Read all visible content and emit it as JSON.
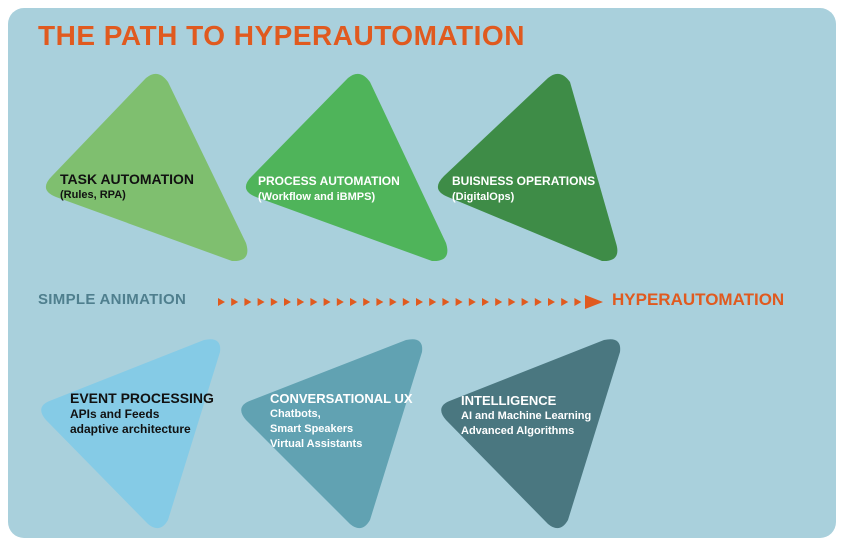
{
  "title": "THE PATH TO HYPERAUTOMATION",
  "axis": {
    "start_label": "SIMPLE ANIMATION",
    "end_label": "HYPERAUTOMATION",
    "arrow_color": "#e05a1f"
  },
  "top_row": [
    {
      "heading": "TASK AUTOMATION",
      "lines": [
        "(Rules, RPA)"
      ],
      "color": "#7fbf6f"
    },
    {
      "heading": "PROCESS AUTOMATION",
      "lines": [
        "(Workflow and iBMPS)"
      ],
      "color": "#4fb45a"
    },
    {
      "heading": "BUISNESS OPERATIONS",
      "lines": [
        "(DigitalOps)"
      ],
      "color": "#3e8c47"
    }
  ],
  "bottom_row": [
    {
      "heading": "EVENT PROCESSING",
      "lines": [
        "APIs and Feeds",
        "adaptive architecture"
      ],
      "color": "#85cbe6"
    },
    {
      "heading": "CONVERSATIONAL UX",
      "lines": [
        "Chatbots,",
        "Smart Speakers",
        "Virtual Assistants"
      ],
      "color": "#61a2b2"
    },
    {
      "heading": "INTELLIGENCE",
      "lines": [
        "AI and Machine Learning",
        "Advanced Algorithms"
      ],
      "color": "#4a7780"
    }
  ]
}
